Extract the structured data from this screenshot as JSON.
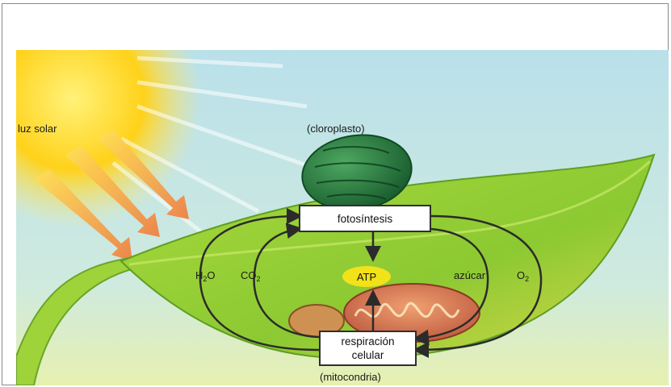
{
  "labels": {
    "sunlight": "luz solar",
    "chloroplast": "(cloroplasto)",
    "mitochondria": "(mitocondria)",
    "photosynthesis": "fotosíntesis",
    "respiration_line1": "respiración",
    "respiration_line2": "celular",
    "atp": "ATP",
    "sugar": "azúcar",
    "water_base": "H",
    "water_sub": "2",
    "water_end": "O",
    "co2_base": "CO",
    "co2_sub": "2",
    "o2_base": "O",
    "o2_sub": "2"
  },
  "colors": {
    "sky": "#bfe3e8",
    "sun": "#ffd21a",
    "leaf": "#9fd33a",
    "leaf_dark": "#5e9f22",
    "chloroplast": "#1f7a3c",
    "mitochondria": "#c96b45",
    "arrow": "#2b2b2b",
    "atp_fill": "#f2e21a"
  }
}
